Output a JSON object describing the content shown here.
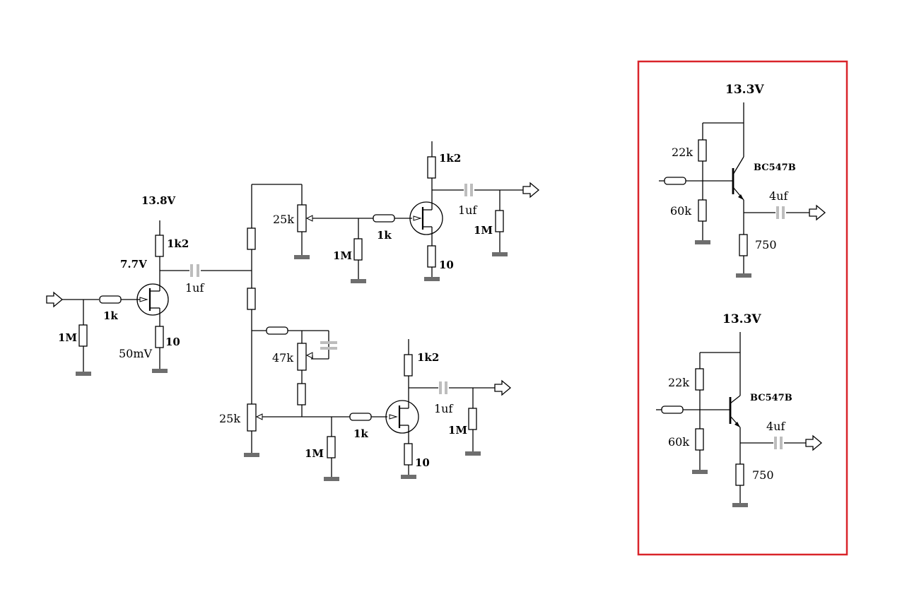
{
  "jfet_input_stage": {
    "supply": "13.8V",
    "drain_voltage": "7.7V",
    "source_voltage": "50mV",
    "drain_resistor": "1k2",
    "source_resistor": "10",
    "gate_resistor": "1k",
    "input_resistor": "1M",
    "coupling_cap": "1uf"
  },
  "upper_branch": {
    "pot": "25k",
    "gate_resistor": "1k",
    "bias_resistor": "1M",
    "drain_resistor": "1k2",
    "source_resistor": "10",
    "coupling_cap": "1uf",
    "output_resistor": "1M"
  },
  "lower_branch": {
    "pot": "25k",
    "trim_pot": "47k",
    "gate_resistor": "1k",
    "bias_resistor": "1M",
    "drain_resistor": "1k2",
    "source_resistor": "10",
    "coupling_cap": "1uf",
    "output_resistor": "1M"
  },
  "bjt_stage_top": {
    "supply": "13.3V",
    "transistor": "BC547B",
    "r_top": "22k",
    "r_bottom": "60k",
    "emitter_resistor": "750",
    "output_cap": "4uf"
  },
  "bjt_stage_bottom": {
    "supply": "13.3V",
    "transistor": "BC547B",
    "r_top": "22k",
    "r_bottom": "60k",
    "emitter_resistor": "750",
    "output_cap": "4uf"
  },
  "colors": {
    "frame": "#d9242a",
    "ground": "#6e6e6e",
    "capacitor": "#bdbdbd",
    "wire": "#000000"
  }
}
